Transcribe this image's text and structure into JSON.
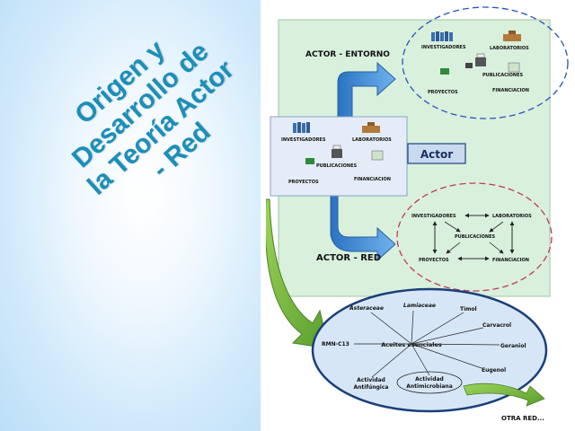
{
  "title_lines": [
    "Origen y",
    "Desarrollo de",
    "la Teoría Actor",
    "- Red"
  ],
  "actor_entorno_label": "ACTOR - ENTORNO",
  "actor_red_label": "ACTOR - RED",
  "actor_label": "Actor",
  "otra_red_label": "OTRA RED...",
  "top_cluster": {
    "investigadores": "INVESTIGADORES",
    "laboratorios": "LABORATORIOS",
    "publicaciones": "PUBLICACIONES",
    "proyectos": "PROYECTOS",
    "financiacion": "FINANCIACION"
  },
  "left_box": {
    "investigadores": "INVESTIGADORES",
    "laboratorios": "LABORATORIOS",
    "publicaciones": "PUBLICACIONES",
    "proyectos": "PROYECTOS",
    "financiacion": "FINANCIACION"
  },
  "network_cluster": {
    "investigadores": "INVESTIGADORES",
    "laboratorios": "LABORATORIOS",
    "publicaciones": "PUBLICACIONES",
    "proyectos": "PROYECTOS",
    "financiacion": "FINANCIACION"
  },
  "bottom_network": {
    "center": "Aceites esenciales",
    "nodes": [
      "Asteraceae",
      "Lamiaceae",
      "Timol",
      "Carvacrol",
      "Geraniol",
      "Eugenol",
      "RMN-C13"
    ],
    "actividad_antifungica": [
      "Actividad",
      "Antifúngica"
    ],
    "actividad_antimicrobiana": [
      "Actividad",
      "Antimicrobiana"
    ]
  },
  "colors": {
    "title": "#1a8fb9",
    "diagram_bg": "#d9f0dc",
    "box_bg": "#e4ecf8",
    "blue_arrow": "#3d8fd6",
    "green_arrow": "#7ac143",
    "top_circle_dash": "#2b4fc4",
    "net_circle_dash": "#c0395a",
    "bottom_ellipse": "#d7e6f7"
  }
}
